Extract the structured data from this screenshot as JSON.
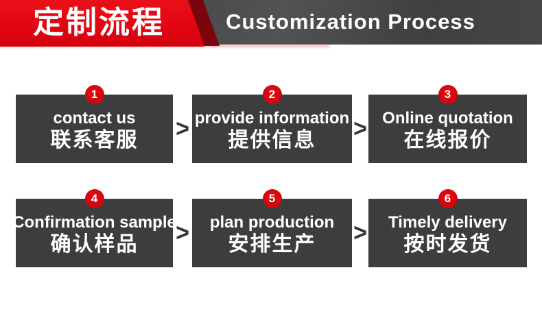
{
  "header": {
    "title_zh": "定制流程",
    "title_en": "Customization Process",
    "red_color": "#e00511",
    "dark_stripe_color": "#7c050d",
    "gray_color": "#48484a"
  },
  "steps": [
    {
      "number": "1",
      "title_en": "contact us",
      "title_zh": "联系客服"
    },
    {
      "number": "2",
      "title_en": "provide information",
      "title_zh": "提供信息"
    },
    {
      "number": "3",
      "title_en": "Online quotation",
      "title_zh": "在线报价"
    },
    {
      "number": "4",
      "title_en": "Confirmation sample",
      "title_zh": "确认样品"
    },
    {
      "number": "5",
      "title_en": "plan production",
      "title_zh": "安排生产"
    },
    {
      "number": "6",
      "title_en": "Timely delivery",
      "title_zh": "按时发货"
    }
  ],
  "separator": {
    "glyph": ">"
  },
  "colors": {
    "step_box": "#3d3d3f",
    "badge_red": "#cf070e",
    "arrow": "#353638",
    "text": "#ffffff"
  }
}
